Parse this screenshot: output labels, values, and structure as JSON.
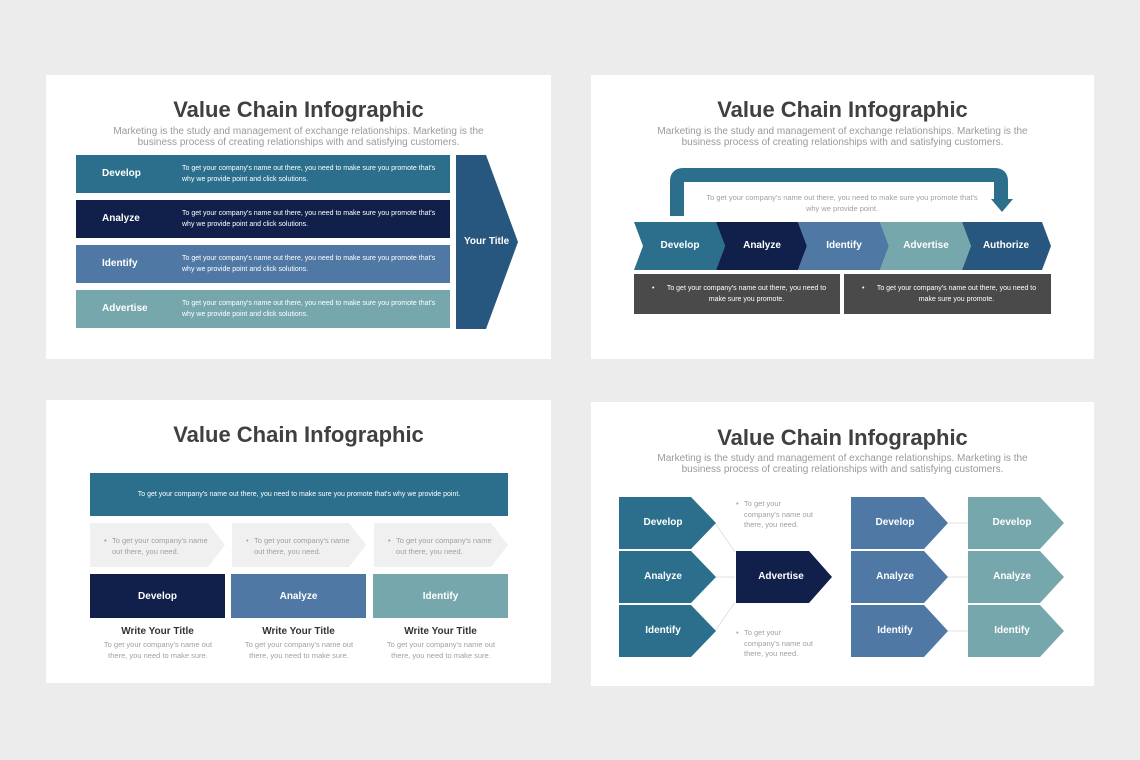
{
  "colors": {
    "teal": "#2b6f8c",
    "navy": "#10204a",
    "steel": "#4f79a4",
    "sage": "#76a7ad",
    "dark": "#4a4a4a",
    "arrowlight": "#f0f0f0"
  },
  "slide1": {
    "title": "Value Chain Infographic",
    "subtitle": "Marketing is the study and management of exchange relationships. Marketing is the business process of creating relationships with and satisfying customers.",
    "rows": [
      {
        "label": "Develop",
        "text": "To get your company's name out there, you need to make sure you promote that's why we provide point and click solutions."
      },
      {
        "label": "Analyze",
        "text": "To get your company's name out there, you need to make sure you promote that's why we provide point and click solutions."
      },
      {
        "label": "Identify",
        "text": "To get your company's name out there, you need to make sure you promote that's why we provide point and click solutions."
      },
      {
        "label": "Advertise",
        "text": "To get your company's name out there, you need to make sure you promote that's why we provide point and click solutions."
      }
    ],
    "arrow_label": "Your Title"
  },
  "slide2": {
    "title": "Value Chain Infographic",
    "subtitle": "Marketing is the study and management of exchange relationships. Marketing is the business process of creating relationships with and satisfying customers.",
    "loop_text": "To get your company's name out there, you need to make sure you promote that's why we provide point.",
    "steps": [
      "Develop",
      "Analyze",
      "Identify",
      "Advertise",
      "Authorize"
    ],
    "boxes": [
      "To get your company's name out there, you need to make sure you promote.",
      "To get your company's name out there, you need to make sure you promote."
    ]
  },
  "slide3": {
    "title": "Value Chain Infographic",
    "banner": "To get your company's name out there, you need to make sure you promote that's why we provide point.",
    "arrows": [
      "To get your company's name out there, you need.",
      "To get your company's name out there, you need.",
      "To get your company's name out there, you need."
    ],
    "cards": [
      {
        "label": "Develop",
        "title": "Write Your Title",
        "text": "To get your company's name out there, you need to make sure."
      },
      {
        "label": "Analyze",
        "title": "Write Your Title",
        "text": "To get your company's name out there, you need to make sure."
      },
      {
        "label": "Identify",
        "title": "Write Your Title",
        "text": "To get your company's name out there, you need to make sure."
      }
    ]
  },
  "slide4": {
    "title": "Value Chain Infographic",
    "subtitle": "Marketing is the study and management of exchange relationships. Marketing is the business process of creating relationships with and satisfying customers.",
    "left": [
      "Develop",
      "Analyze",
      "Identify"
    ],
    "center": "Advertise",
    "note_top": "To get your company's name out there, you need.",
    "note_bottom": "To get your company's name out there, you need.",
    "mid": [
      "Develop",
      "Analyze",
      "Identify"
    ],
    "right": [
      "Develop",
      "Analyze",
      "Identify"
    ]
  }
}
